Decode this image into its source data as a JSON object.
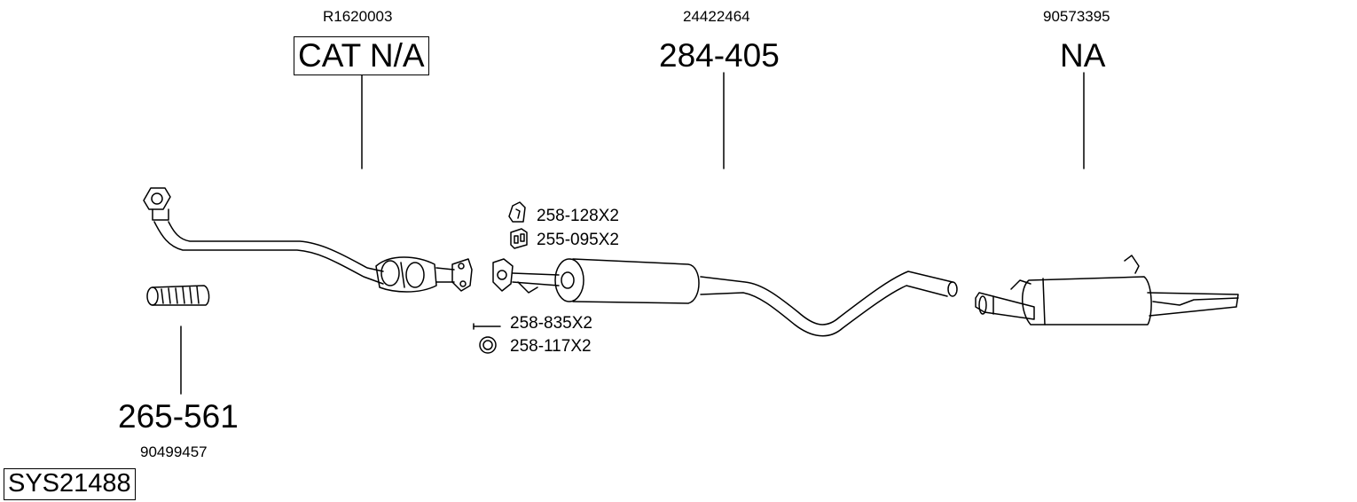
{
  "diagram": {
    "system_code": "SYS21488",
    "parts": [
      {
        "oem": "R1620003",
        "number": "CAT N/A"
      },
      {
        "oem": "24422464",
        "number": "284-405"
      },
      {
        "oem": "90573395",
        "number": "NA"
      },
      {
        "oem": "90499457",
        "number": "265-561"
      }
    ],
    "accessories": [
      {
        "label": "258-128X2",
        "icon": "rubber-hanger-icon"
      },
      {
        "label": "255-095X2",
        "icon": "mounting-block-icon"
      },
      {
        "label": "258-835X2",
        "icon": "bolt-icon"
      },
      {
        "label": "258-117X2",
        "icon": "ring-gasket-icon"
      }
    ]
  }
}
